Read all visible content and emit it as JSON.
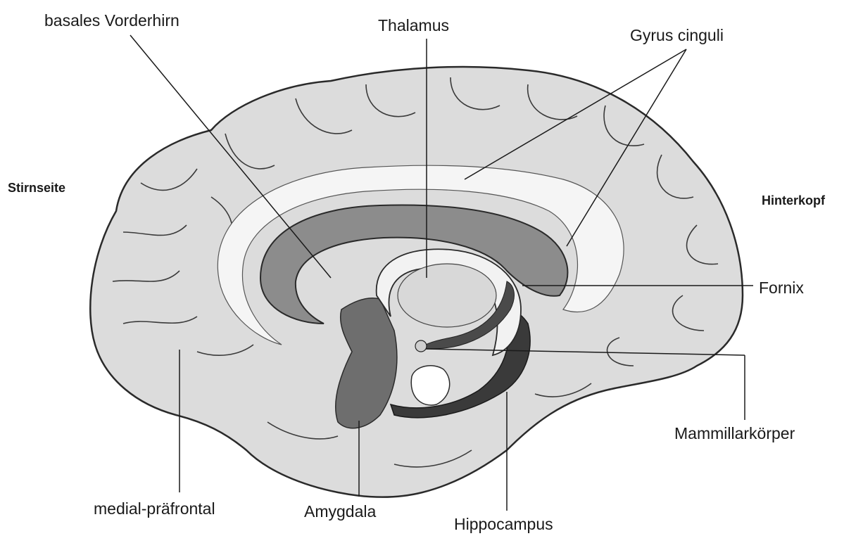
{
  "diagram": {
    "labels": {
      "basal_forebrain": "basales Vorderhirn",
      "thalamus": "Thalamus",
      "cingulate_gyrus": "Gyrus cinguli",
      "frontal_side": "Stirnseite",
      "occipital_side": "Hinterkopf",
      "fornix": "Fornix",
      "mammillary_body": "Mammillarkörper",
      "medial_prefrontal": "medial-präfrontal",
      "amygdala": "Amygdala",
      "hippocampus": "Hippocampus"
    },
    "colors": {
      "cortex": "#dcdcdc",
      "cingulate_band": "#f5f5f5",
      "corpus_callosum": "#8c8c8c",
      "limbic_dark": "#6e6e6e",
      "hippocampus": "#3a3a3a",
      "outline": "#2a2a2a"
    }
  }
}
